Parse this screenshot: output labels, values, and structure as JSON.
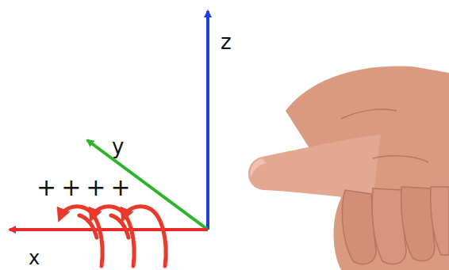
{
  "diagram": {
    "labels": [
      "z",
      "y",
      "x",
      "++++"
    ]
  }
}
